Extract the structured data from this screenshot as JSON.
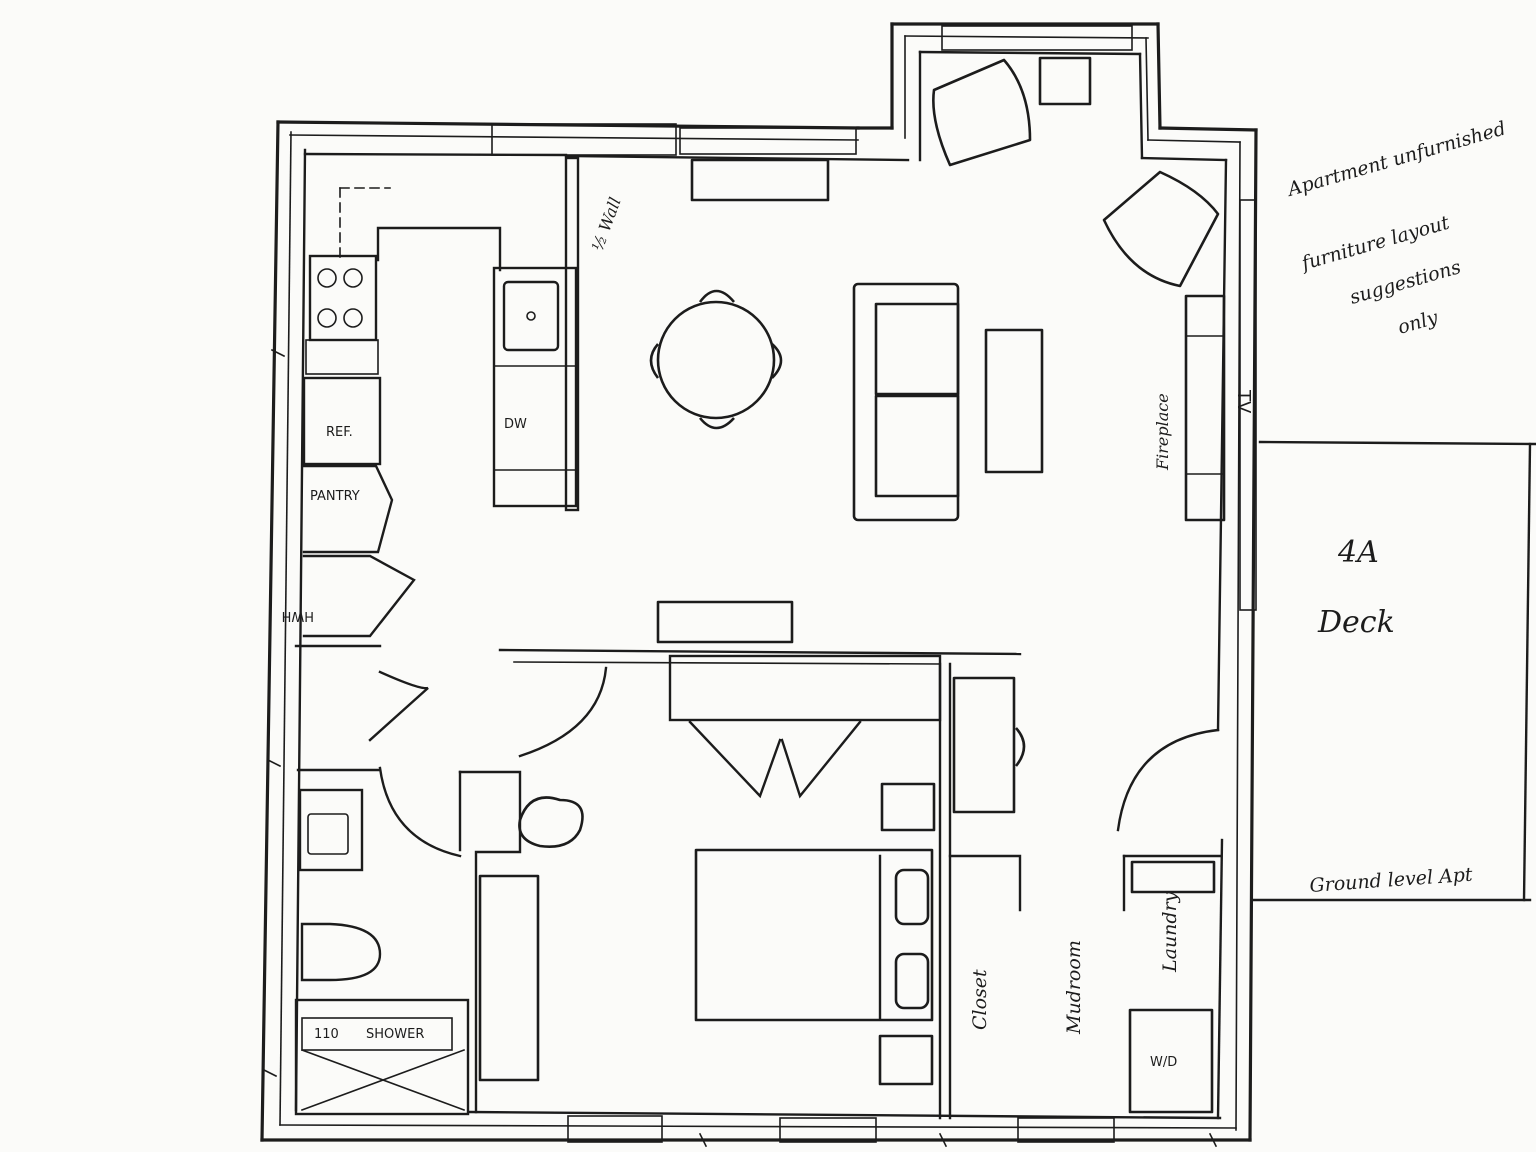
{
  "labels": {
    "half_wall": "½ Wall",
    "dw": "DW",
    "ref": "REF.",
    "pantry": "PANTRY",
    "hwh": "HWH",
    "fireplace": "Fireplace",
    "tv": "TV",
    "closet": "Closet",
    "mudroom": "Mudroom",
    "laundry": "Laundry",
    "wd": "W/D",
    "shower_num": "110",
    "shower": "SHOWER",
    "deck_num": "4A",
    "deck": "Deck"
  },
  "notes": {
    "line1": "Apartment unfurnished",
    "line2": "furniture layout",
    "line3": "suggestions",
    "line4": "only",
    "ground_level": "Ground level Apt"
  }
}
